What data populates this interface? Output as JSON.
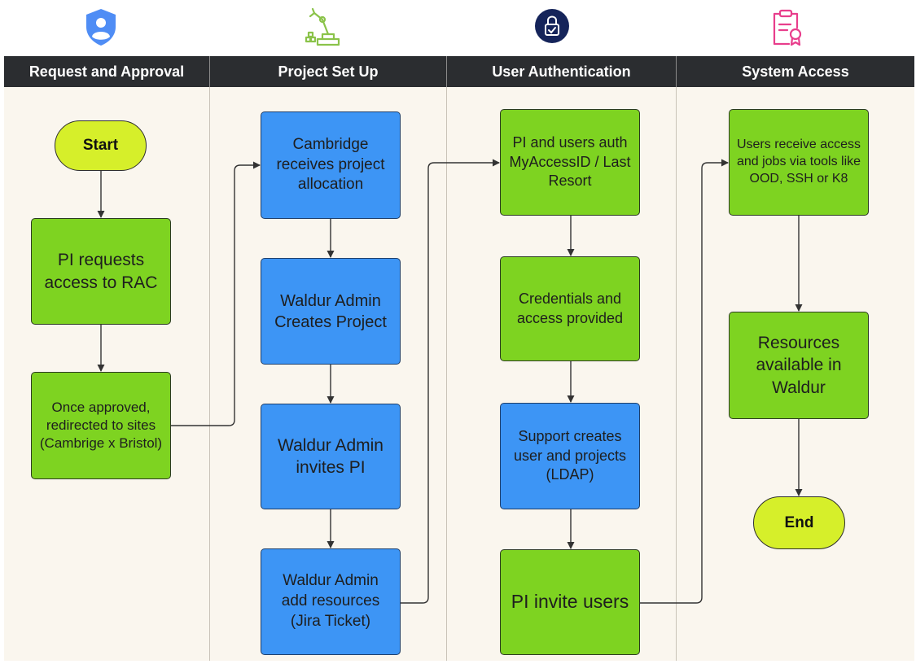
{
  "colors": {
    "header_bg": "#2b2d30",
    "lane_bg": "#faf6ee",
    "step_green": "#7ed321",
    "step_blue": "#3d95f5",
    "terminal_yellow": "#d6ef2a"
  },
  "icons": [
    "user-shield-icon",
    "robot-arm-icon",
    "padlock-icon",
    "clipboard-certificate-icon"
  ],
  "lanes": [
    {
      "title": "Request and Approval"
    },
    {
      "title": "Project Set Up"
    },
    {
      "title": "User Authentication"
    },
    {
      "title": "System Access"
    }
  ],
  "nodes": {
    "start": "Start",
    "pi_requests": "PI requests access to RAC",
    "once_approved": "Once approved, redirected to sites (Cambrige x Bristol)",
    "cambridge_receives": "Cambridge receives project allocation",
    "waldur_creates": "Waldur Admin Creates Project",
    "waldur_invites": "Waldur Admin invites PI",
    "waldur_add_resources": "Waldur Admin add resources (Jira Ticket)",
    "pi_users_auth": "PI and users auth MyAccessID / Last Resort",
    "credentials": "Credentials and access provided",
    "support_creates": "Support creates user and projects (LDAP)",
    "pi_invite": "PI invite users",
    "users_receive": "Users receive access and jobs via tools like OOD, SSH or K8",
    "resources_available": "Resources available in Waldur",
    "end": "End"
  }
}
